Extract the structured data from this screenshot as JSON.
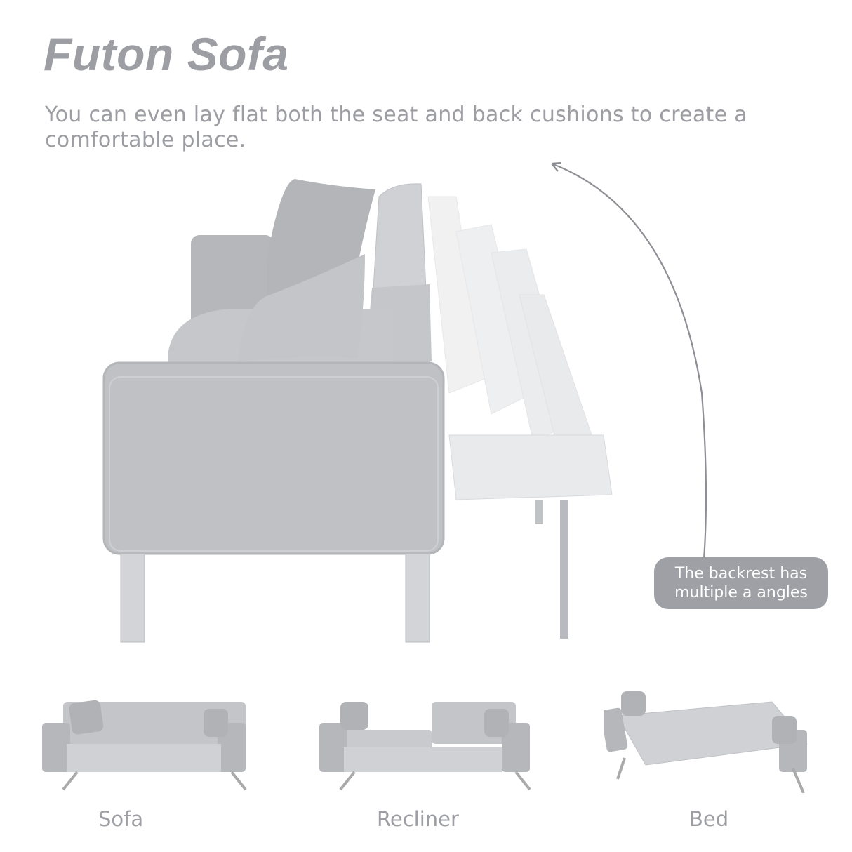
{
  "header": {
    "title": "Futon Sofa",
    "subtitle": "You can even lay flat both the seat and back cushions to create a comfortable place."
  },
  "hero": {
    "image_alt": "Side view of grey velvet futon sofa showing backrest reclining through multiple angles",
    "arrow_icon": "curved-double-arrow",
    "callout": {
      "line1": "The backrest has",
      "line2": "multiple a angles"
    }
  },
  "modes": [
    {
      "label": "Sofa"
    },
    {
      "label": "Recliner"
    },
    {
      "label": "Bed"
    }
  ],
  "colors": {
    "text_grey": "#9d9ea3",
    "badge_bg": "#9fa0a5",
    "fabric": "#bfc1c5",
    "fabric_dark": "#a9abb0",
    "leg": "#c9cbd0"
  }
}
